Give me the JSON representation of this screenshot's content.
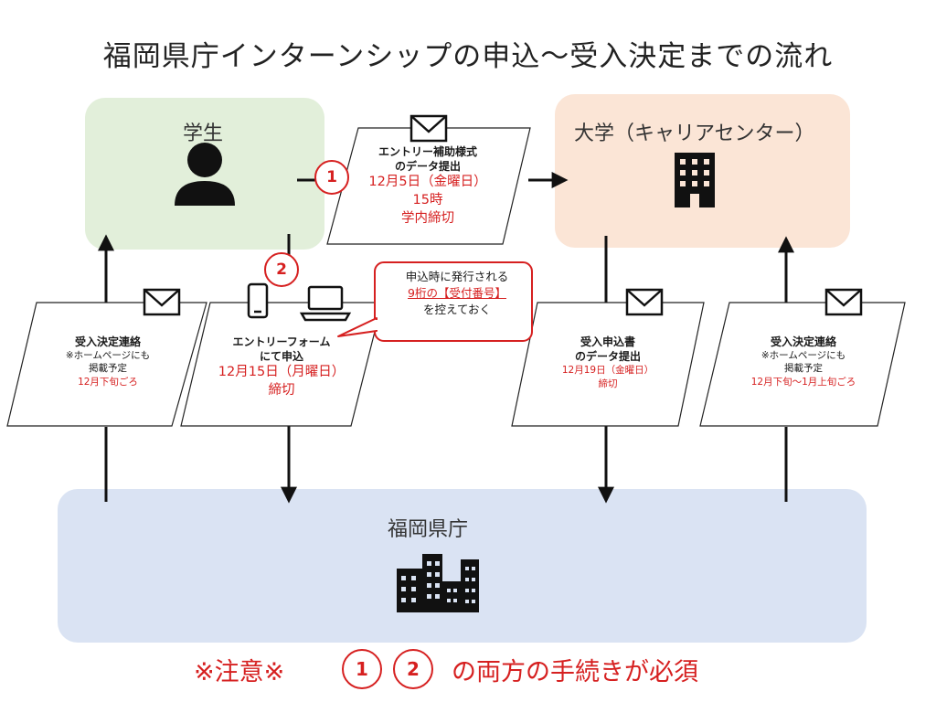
{
  "title": "福岡県庁インターンシップの申込～受入決定までの流れ",
  "nodes": {
    "student": "学生",
    "university": "大学（キャリアセンター）",
    "prefecture": "福岡県庁"
  },
  "steps": {
    "step1": {
      "number": "1",
      "line1": "エントリー補助様式",
      "line2": "のデータ提出",
      "date": "12月5日（金曜日）",
      "time": "15時",
      "deadline": "学内締切"
    },
    "step2": {
      "number": "2",
      "line1": "エントリーフォーム",
      "line2": "にて申込",
      "date": "12月15日（月曜日）",
      "deadline": "締切"
    },
    "univ_submit": {
      "line1": "受入申込書",
      "line2": "のデータ提出",
      "date": "12月19日（金曜日）",
      "deadline": "締切"
    },
    "decision_student": {
      "line1": "受入決定連絡",
      "note1": "※ホームページにも",
      "note2": "掲載予定",
      "when": "12月下旬ごろ"
    },
    "decision_univ": {
      "line1": "受入決定連絡",
      "note1": "※ホームページにも",
      "note2": "掲載予定",
      "when": "12月下旬～1月上旬ごろ"
    }
  },
  "callout": {
    "line1": "申込時に発行される",
    "line2": "9桁の【受付番号】",
    "line3": "を控えておく"
  },
  "footer": {
    "warning": "※注意※",
    "circle1": "1",
    "circle2": "2",
    "rest": "の両方の手続きが必須"
  },
  "colors": {
    "accent_red": "#d62020",
    "student_bg": "#e2efda",
    "university_bg": "#fbe5d6",
    "prefecture_bg": "#dae3f3"
  }
}
